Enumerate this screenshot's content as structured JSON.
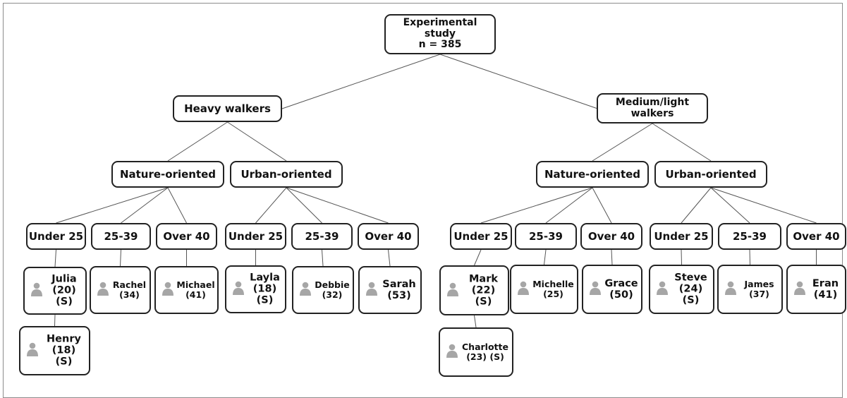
{
  "root": {
    "line1": "Experimental",
    "line2": "study",
    "line3": "n = 385"
  },
  "groups": {
    "heavy": "Heavy walkers",
    "medium_line1": "Medium/light",
    "medium_line2": "walkers"
  },
  "orientations": {
    "heavy_nature": "Nature-oriented",
    "heavy_urban": "Urban-oriented",
    "medium_nature": "Nature-oriented",
    "medium_urban": "Urban-oriented"
  },
  "age_groups": {
    "hn_under25": "Under 25",
    "hn_25_39": "25-39",
    "hn_over40": "Over 40",
    "hu_under25": "Under 25",
    "hu_25_39": "25-39",
    "hu_over40": "Over 40",
    "mn_under25": "Under 25",
    "mn_25_39": "25-39",
    "mn_over40": "Over 40",
    "mu_under25": "Under 25",
    "mu_25_39": "25-39",
    "mu_over40": "Over 40"
  },
  "participants": {
    "julia": {
      "name": "Julia",
      "age": "(20)",
      "tag": "(S)"
    },
    "henry": {
      "name": "Henry",
      "age": "(18)",
      "tag": "(S)"
    },
    "rachel": {
      "name": "Rachel",
      "age": "(34)"
    },
    "michael": {
      "name": "Michael",
      "age": "(41)"
    },
    "layla": {
      "name": "Layla",
      "age": "(18)",
      "tag": "(S)"
    },
    "debbie": {
      "name": "Debbie",
      "age": "(32)"
    },
    "sarah": {
      "name": "Sarah",
      "age": "(53)"
    },
    "mark": {
      "name": "Mark",
      "age": "(22)",
      "tag": "(S)"
    },
    "charlotte": {
      "name": "Charlotte",
      "age_tag": "(23) (S)"
    },
    "michelle": {
      "name": "Michelle",
      "age": "(25)"
    },
    "grace": {
      "name": "Grace",
      "age": "(50)"
    },
    "steve": {
      "name": "Steve",
      "age": "(24)",
      "tag": "(S)"
    },
    "james": {
      "name": "James",
      "age": "(37)"
    },
    "eran": {
      "name": "Eran",
      "age": "(41)"
    }
  },
  "colors": {
    "border": "#222222",
    "line": "#555555",
    "person_icon": "#a6a6a6",
    "frame": "#8c8c8c"
  },
  "icon": "person-icon"
}
